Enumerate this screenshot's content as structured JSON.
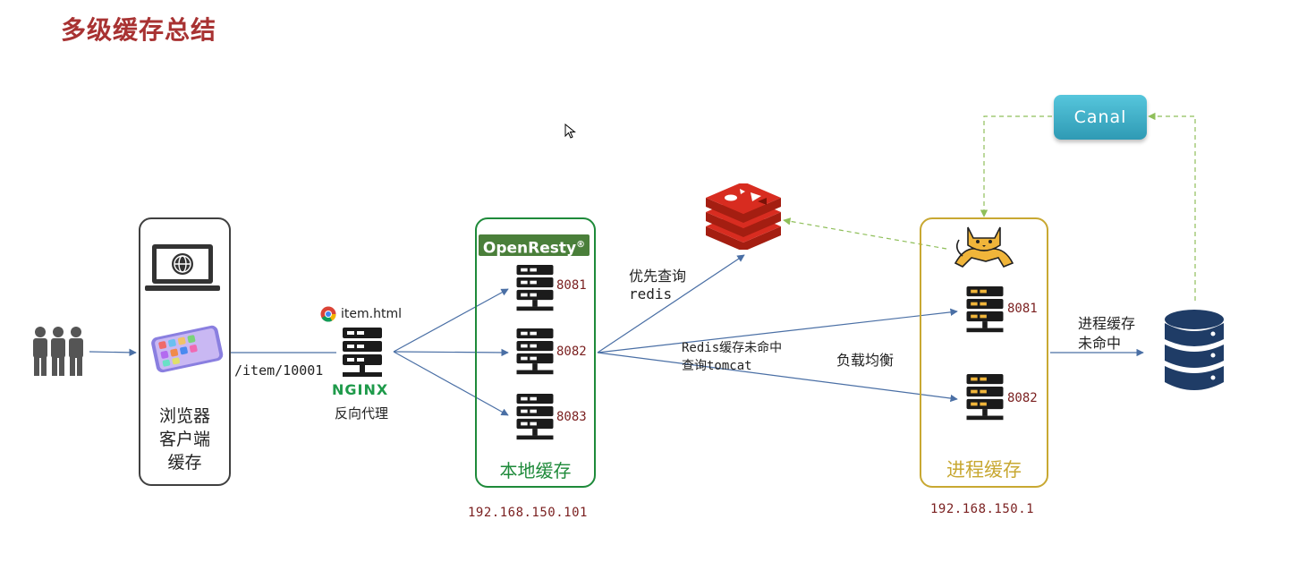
{
  "title": "多级缓存总结",
  "browser": {
    "label_lines": [
      "浏览器",
      "客户端",
      "缓存"
    ]
  },
  "request": {
    "path": "/item/10001"
  },
  "proxy": {
    "page": "item.html",
    "logo_text": "NGINX",
    "label": "反向代理"
  },
  "openresty": {
    "badge": "OpenResty",
    "badge_mark": "®",
    "ports": [
      "8081",
      "8082",
      "8083"
    ],
    "label": "本地缓存",
    "ip": "192.168.150.101"
  },
  "redis": {
    "note_line1": "优先查询",
    "note_line2": "redis"
  },
  "miss_note": {
    "line1": "Redis缓存未命中",
    "line2": "查询tomcat"
  },
  "load_balance": "负载均衡",
  "tomcat": {
    "ports": [
      "8081",
      "8082"
    ],
    "label": "进程缓存",
    "ip": "192.168.150.1"
  },
  "db_note": {
    "line1": "进程缓存",
    "line2": "未命中"
  },
  "canal": "Canal",
  "icons": [
    "users-icon",
    "laptop-icon",
    "phone-icon",
    "chrome-icon",
    "server-icon",
    "redis-icon",
    "tomcat-icon",
    "database-icon",
    "cursor-icon"
  ],
  "colors": {
    "title": "#a83232",
    "openresty": "#1e8a3a",
    "tomcat": "#c8a832",
    "arrow": "#4a6fa5",
    "sync": "#8fbf5a",
    "canal": "#3aa9c4"
  }
}
